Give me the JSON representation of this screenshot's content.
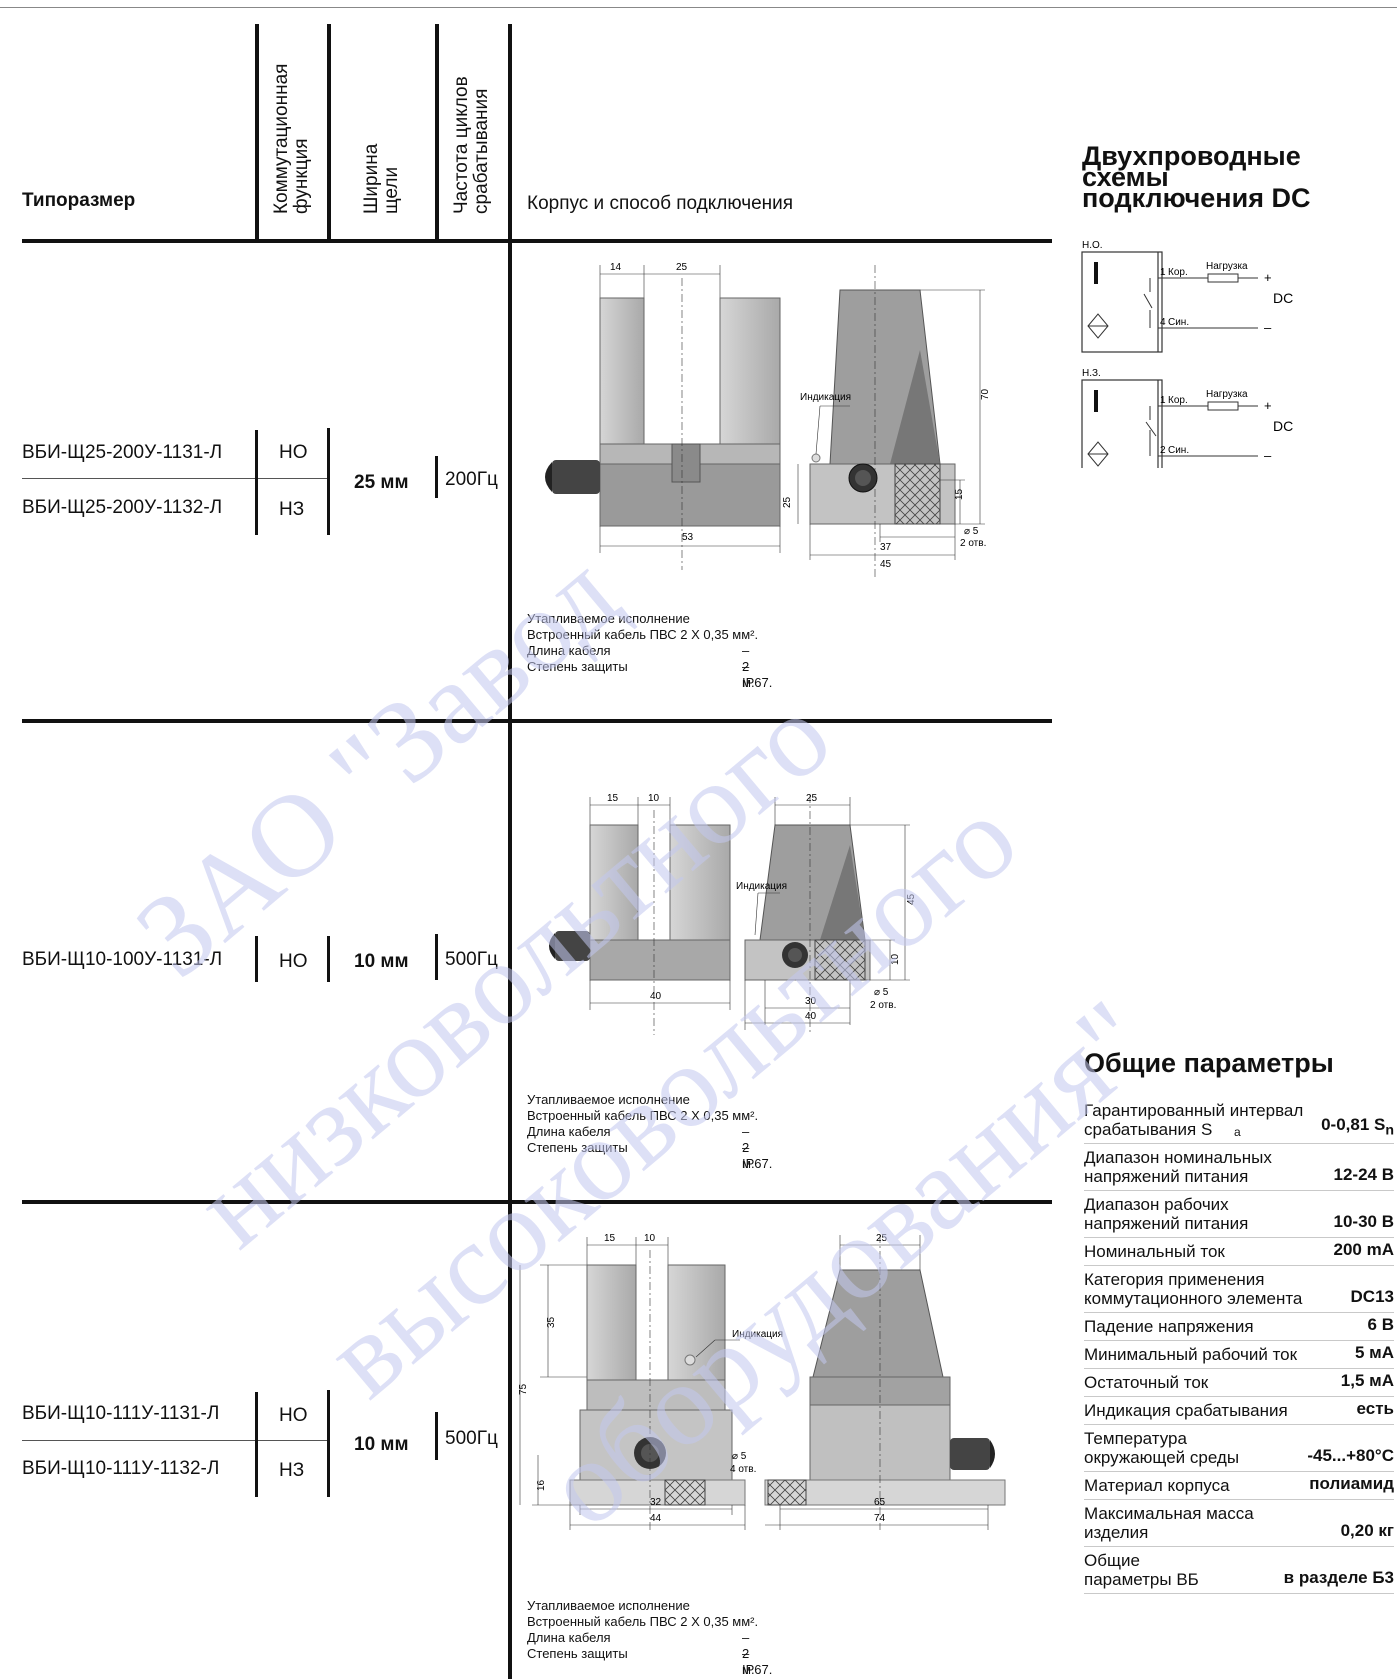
{
  "header": {
    "type_col": "Типоразмер",
    "function_col": "Коммутационная\nфункция",
    "slot_col": "Ширина\nщели",
    "freq_col": "Частота циклов\nсрабатывания",
    "housing_col": "Корпус и способ подключения"
  },
  "rows": [
    {
      "models": [
        "ВБИ-Щ25-200У-1131-Л",
        "ВБИ-Щ25-200У-1132-Л"
      ],
      "functions": [
        "НО",
        "НЗ"
      ],
      "slot": "25 мм",
      "freq": "200Гц",
      "dims": {
        "d1": "14",
        "d2": "25",
        "d3": "53",
        "d4": "25",
        "d5": "70",
        "d6": "15",
        "d7": "37",
        "d8": "45",
        "hole": "⌀ 5",
        "holes": "2 отв.",
        "ind": "Индикация"
      }
    },
    {
      "models": [
        "ВБИ-Щ10-100У-1131-Л"
      ],
      "functions": [
        "НО"
      ],
      "slot": "10 мм",
      "freq": "500Гц",
      "dims": {
        "d1": "15",
        "d2": "10",
        "d3": "40",
        "d4": "25",
        "d5": "45",
        "d6": "10",
        "d7": "30",
        "d8": "40",
        "hole": "⌀ 5",
        "holes": "2 отв.",
        "ind": "Индикация"
      }
    },
    {
      "models": [
        "ВБИ-Щ10-111У-1131-Л",
        "ВБИ-Щ10-111У-1132-Л"
      ],
      "functions": [
        "НО",
        "НЗ"
      ],
      "slot": "10 мм",
      "freq": "500Гц",
      "dims": {
        "d1": "15",
        "d2": "10",
        "d3": "35",
        "d4": "75",
        "d5": "16",
        "d6": "32",
        "d7": "44",
        "d8": "25",
        "d9": "65",
        "d10": "74",
        "hole": "⌀ 5",
        "holes": "4 отв.",
        "ind": "Индикация"
      }
    }
  ],
  "cable_note": {
    "line1": "Утапливаемое исполнение",
    "line2": "Встроенный кабель ПВС 2 Х 0,35 мм².",
    "line3_label": "Длина кабеля",
    "line3_value": "– 2 м.",
    "line4_label": "Степень защиты",
    "line4_value": "– IP67."
  },
  "wiring": {
    "title": "Двухпроводные\nсхемы\nподключения DC",
    "no_label": "Н.О.",
    "nc_label": "Н.З.",
    "pin1": "1",
    "pin4": "4",
    "pin2": "2",
    "brown": "Кор.",
    "blue": "Син.",
    "load": "Нагрузка",
    "plus": "+",
    "minus": "–",
    "dc": "DC",
    "sensor_glyph": "I"
  },
  "general": {
    "title": "Общие параметры",
    "params": [
      {
        "label": "Гарантированный интервал\nсрабатывания S",
        "sub": "a",
        "value": "0-0,81 S",
        "value_sub": "n"
      },
      {
        "label": "Диапазон номинальных\nнапряжений питания",
        "value": "12-24 В"
      },
      {
        "label": "Диапазон рабочих\nнапряжений питания",
        "value": "10-30 В"
      },
      {
        "label": "Номинальный ток",
        "value": "200 mA"
      },
      {
        "label": "Категория применения\nкоммутационного элемента",
        "value": "DC13"
      },
      {
        "label": "Падение напряжения",
        "value": "6 В"
      },
      {
        "label": "Минимальный рабочий ток",
        "value": "5 мА"
      },
      {
        "label": "Остаточный ток",
        "value": "1,5 мА"
      },
      {
        "label": "Индикация срабатывания",
        "value": "есть"
      },
      {
        "label": "Температура\nокружающей среды",
        "value": "-45...+80°С"
      },
      {
        "label": "Материал корпуса",
        "value": "полиамид"
      },
      {
        "label": "Максимальная масса\nизделия",
        "value": "0,20 кг"
      },
      {
        "label": "Общие\nпараметры ВБ",
        "value": "в разделе Б3"
      }
    ]
  },
  "watermark": {
    "line1": "ЗАО \"Завод",
    "line2": "низковольтного",
    "line3": "высоковольтного",
    "line4": "оборудования\""
  },
  "colors": {
    "watermark": "#c3c8ef",
    "body_gray": "#bdbdbd",
    "dark_gray": "#8c8c8c"
  }
}
